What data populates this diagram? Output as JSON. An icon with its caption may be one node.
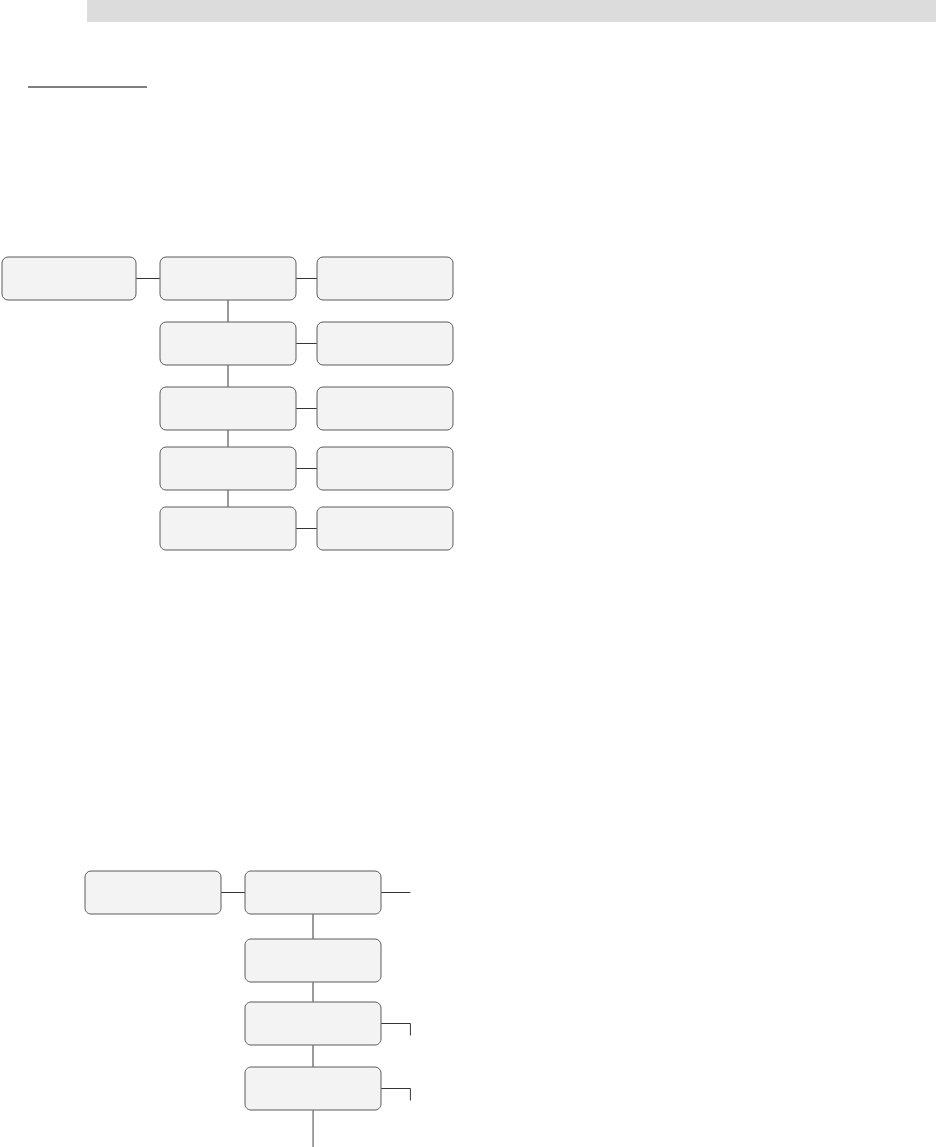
{
  "diagram": {
    "nodes": [
      {
        "text": [],
        "shape": "box"
      },
      {
        "text": [],
        "shape": "box"
      },
      {
        "text": [],
        "shape": "box"
      },
      {
        "text": [],
        "shape": "box"
      },
      {
        "text": [],
        "shape": "box"
      },
      {
        "text": [],
        "shape": "box"
      },
      {
        "text": [],
        "shape": "box"
      },
      {
        "text": [],
        "shape": "box"
      },
      {
        "text": [],
        "shape": "box"
      },
      {
        "text": [],
        "shape": "box"
      },
      {
        "text": [],
        "shape": "box"
      },
      {
        "text": [],
        "shape": "box"
      },
      {
        "text": [],
        "shape": "box"
      },
      {
        "text": [],
        "shape": "box"
      },
      {
        "text": [],
        "shape": "box"
      },
      {
        "text": [],
        "shape": "box"
      }
    ],
    "edges": [
      {
        "from": 0,
        "to": 1,
        "arrow": "none"
      },
      {
        "from": 1,
        "to": 2,
        "arrow": "none"
      },
      {
        "from": 1,
        "to": 3,
        "arrow": "none"
      },
      {
        "from": 3,
        "to": 4,
        "arrow": "none"
      },
      {
        "from": 3,
        "to": 5,
        "arrow": "none"
      },
      {
        "from": 5,
        "to": 6,
        "arrow": "none"
      },
      {
        "from": 5,
        "to": 7,
        "arrow": "none"
      },
      {
        "from": 7,
        "to": 8,
        "arrow": "none"
      },
      {
        "from": 7,
        "to": 9,
        "arrow": "none"
      },
      {
        "from": 9,
        "to": 10,
        "arrow": "none"
      },
      {
        "from": 11,
        "to": 12,
        "arrow": "none"
      },
      {
        "from": 12,
        "to": null,
        "arrow": "none"
      },
      {
        "from": 12,
        "to": 13,
        "arrow": "none"
      },
      {
        "from": 13,
        "to": 14,
        "arrow": "none"
      },
      {
        "from": 14,
        "to": null,
        "arrow": "none"
      },
      {
        "from": 14,
        "to": 15,
        "arrow": "none"
      },
      {
        "from": 15,
        "to": null,
        "arrow": "none"
      },
      {
        "from": 15,
        "to": null,
        "arrow": "none"
      }
    ]
  }
}
